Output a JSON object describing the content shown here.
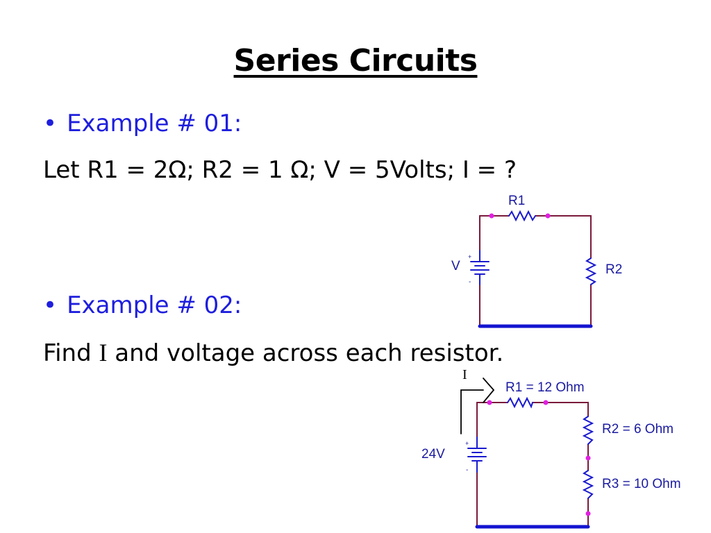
{
  "slide": {
    "title": "Series Circuits",
    "bullet1": "Example # 01:",
    "line1": "Let R1 = 2Ω; R2 = 1 Ω; V = 5Volts; I = ?",
    "bullet2": "Example # 02:",
    "line2_pre": "Find ",
    "line2_var": "I",
    "line2_post": " and voltage across each resistor."
  },
  "circuit1": {
    "r1_label": "R1",
    "r2_label": "R2",
    "source_label": "V",
    "plus": "+",
    "minus": "-"
  },
  "circuit2": {
    "current_label": "I",
    "r1_label": "R1 = 12 Ohm",
    "r2_label": "R2 = 6 Ohm",
    "r3_label": "R3 = 10 Ohm",
    "source_label": "24V",
    "plus": "+",
    "minus": "-"
  },
  "colors": {
    "text": "#000000",
    "bullet": "#1e1ede",
    "wire": "#7a1a3a",
    "component": "#1a1ad0",
    "node": "#e020e0",
    "ground_bar": "#1414d0"
  }
}
